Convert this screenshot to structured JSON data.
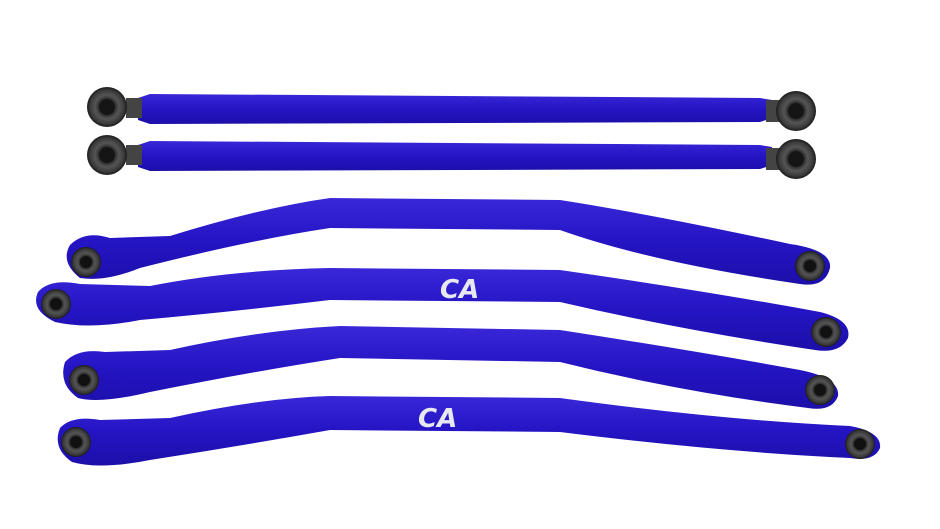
{
  "image": {
    "subject": "Blue suspension link arm set",
    "background_color": "#ffffff",
    "arm_color": "#2a17c9",
    "joint_color": "#3a3a3a",
    "logo_text": "CA",
    "parts": [
      {
        "type": "straight-rod-with-rod-ends",
        "count": 2
      },
      {
        "type": "curved-link-arm",
        "count": 4
      }
    ]
  }
}
